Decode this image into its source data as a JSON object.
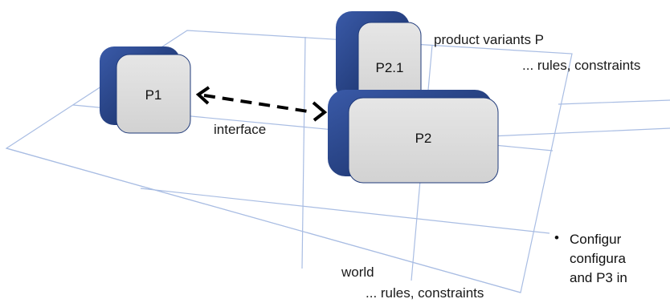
{
  "blocks": {
    "p1": "P1",
    "p2": "P2",
    "p21": "P2.1"
  },
  "labels": {
    "interface": "interface",
    "product_variants": "product variants P",
    "rules_top": "... rules, constraints",
    "world": "world",
    "rules_bottom": "... rules, constraints"
  },
  "side_note": {
    "line1": "Configur",
    "line2": "configura",
    "line3": "and P3 in"
  },
  "colors": {
    "grid": "#a9bde3",
    "block_face": "#dcdcdc",
    "block_side": "#1f3a7a",
    "arrow": "#000000"
  }
}
